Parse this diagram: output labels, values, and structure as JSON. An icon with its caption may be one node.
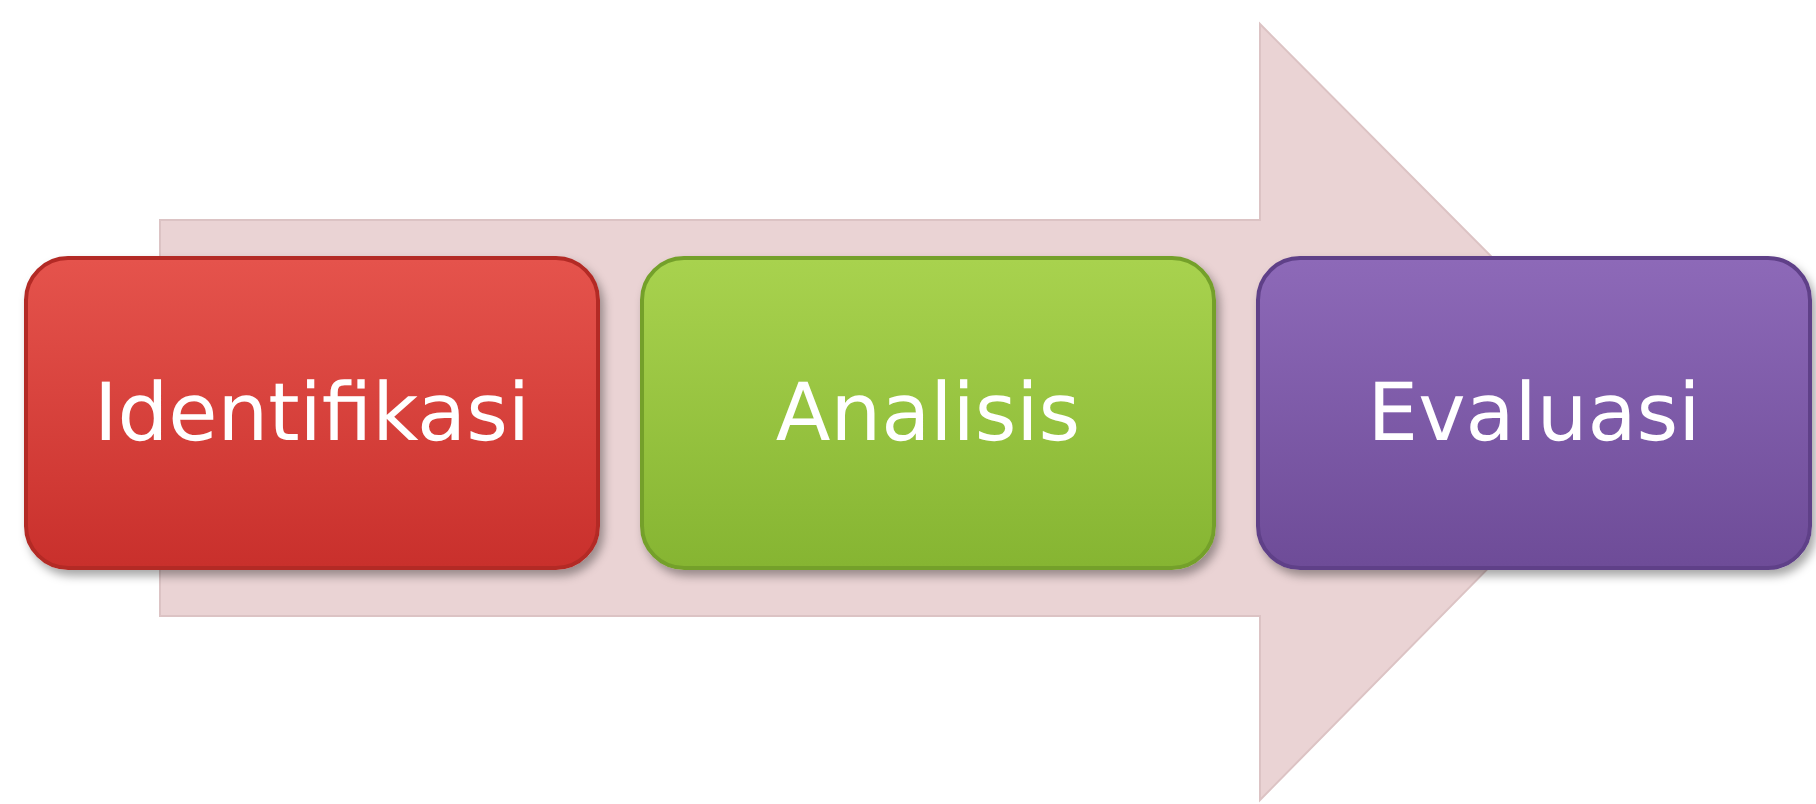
{
  "diagram": {
    "nodes": [
      {
        "text": [
          "Identifikasi"
        ]
      },
      {
        "text": [
          "Analisis"
        ]
      },
      {
        "text": [
          "Evaluasi"
        ]
      }
    ],
    "edges": [
      {
        "from": 0,
        "to": 2,
        "arrow": "to",
        "style": "thick"
      }
    ]
  }
}
